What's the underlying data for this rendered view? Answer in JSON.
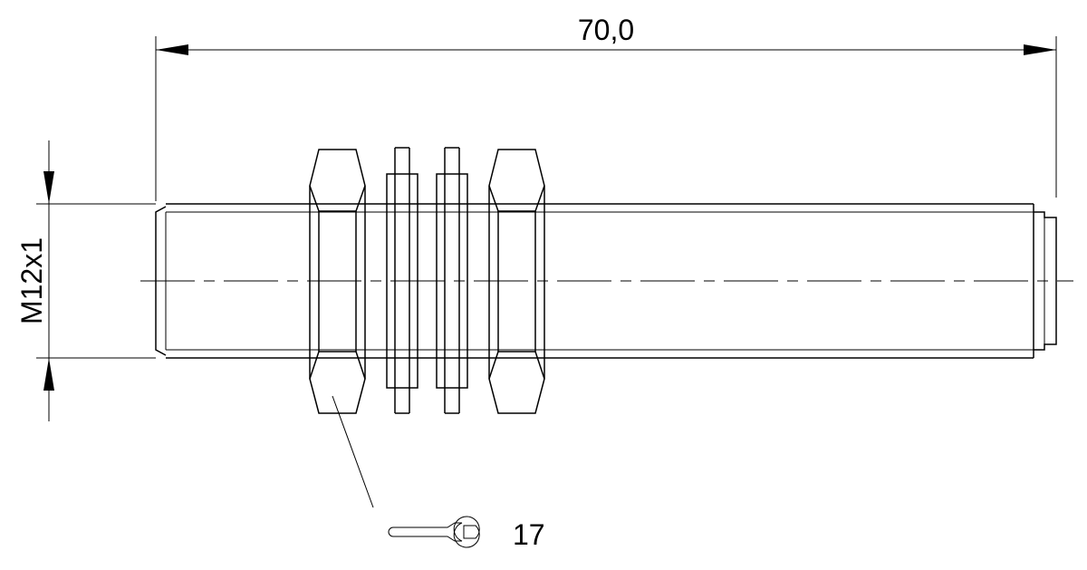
{
  "dimensions": {
    "overall_length": "70,0",
    "thread": "M12x1",
    "wrench_size": "17"
  },
  "icons": {
    "wrench": "wrench-icon"
  },
  "colors": {
    "line": "#000000",
    "background": "#ffffff"
  }
}
